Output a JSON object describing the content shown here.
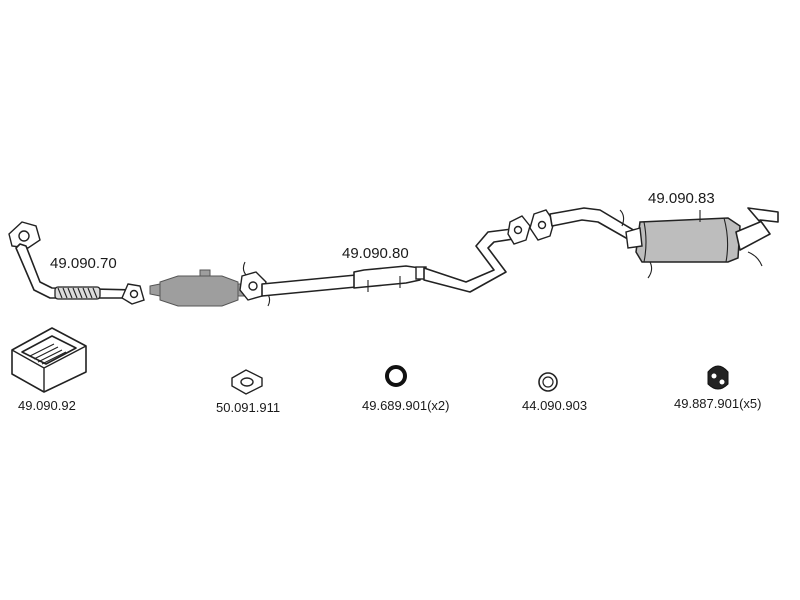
{
  "parts": [
    {
      "id": "front-pipe",
      "number": "49.090.70"
    },
    {
      "id": "catalytic-converter",
      "number": ""
    },
    {
      "id": "middle-pipe",
      "number": "49.090.80"
    },
    {
      "id": "rear-silencer",
      "number": "49.090.83"
    },
    {
      "id": "mounting-kit",
      "number": "49.090.92"
    },
    {
      "id": "gasket",
      "number": "50.091.911"
    },
    {
      "id": "sealing-ring",
      "number": "49.689.901(x2)"
    },
    {
      "id": "ring",
      "number": "44.090.903"
    },
    {
      "id": "rubber-mount",
      "number": "49.887.901(x5)"
    }
  ],
  "colors": {
    "line": "#222222",
    "muffler_fill": "#bdbdbd",
    "catalyst_fill": "#9e9e9e",
    "background": "#ffffff"
  }
}
